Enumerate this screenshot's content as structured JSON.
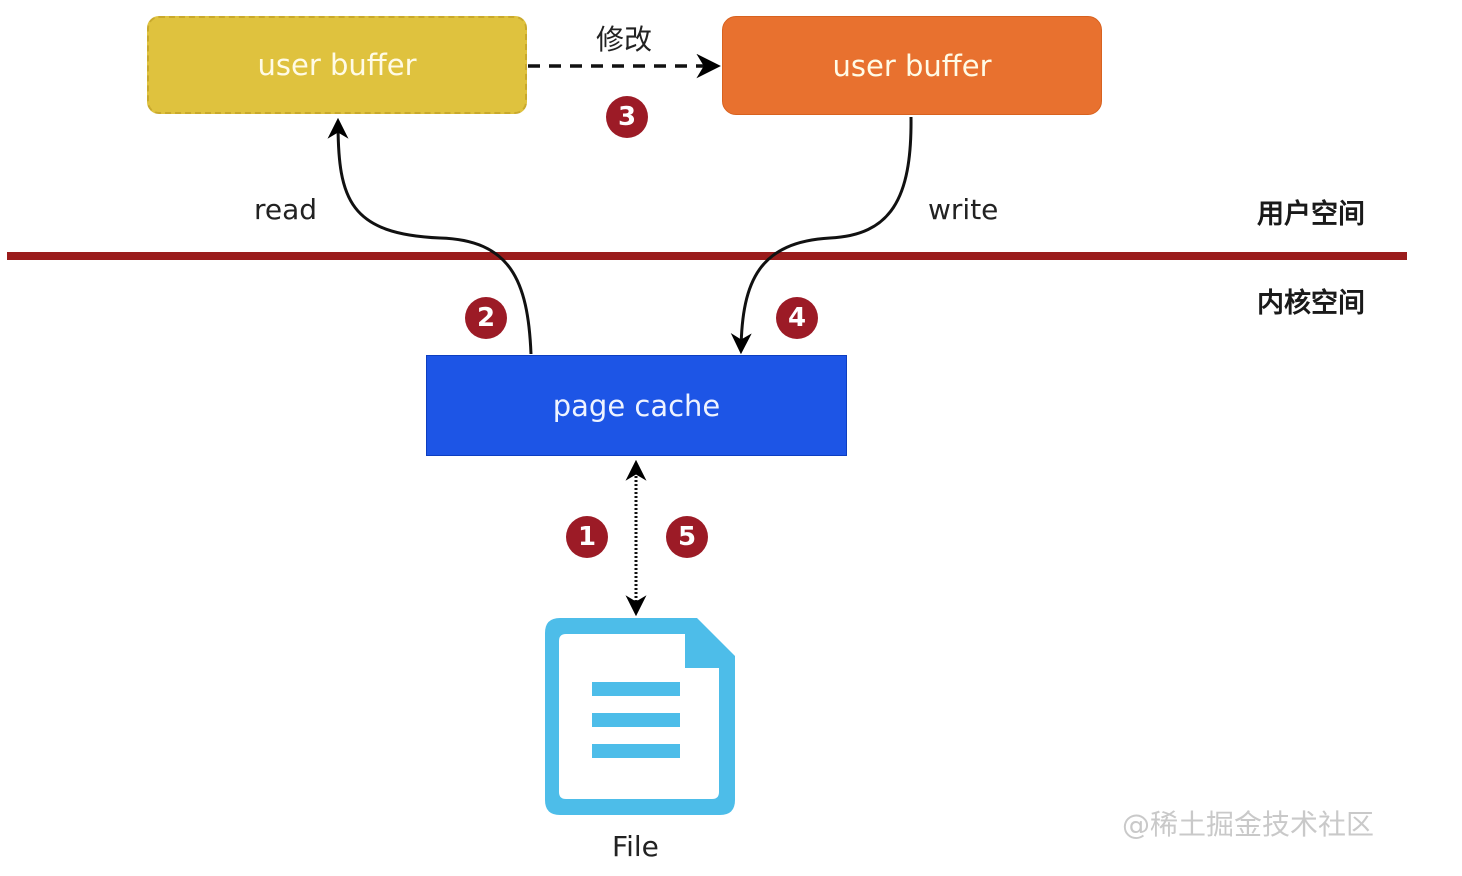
{
  "nodes": {
    "user_buffer_original": "user buffer",
    "user_buffer_modified": "user buffer",
    "page_cache": "page cache",
    "file": "File"
  },
  "edges": {
    "modify": "修改",
    "read": "read",
    "write": "write"
  },
  "regions": {
    "user_space": "用户空间",
    "kernel_space": "内核空间"
  },
  "steps": [
    "1",
    "2",
    "3",
    "4",
    "5"
  ],
  "colors": {
    "user_buffer_original": "#dfc23e",
    "user_buffer_modified": "#e8712f",
    "page_cache": "#1d55e6",
    "file_icon": "#4dbde9",
    "divider": "#9a1c1c",
    "step_badge": "#9c1b26"
  },
  "watermark": "@稀土掘金技术社区"
}
